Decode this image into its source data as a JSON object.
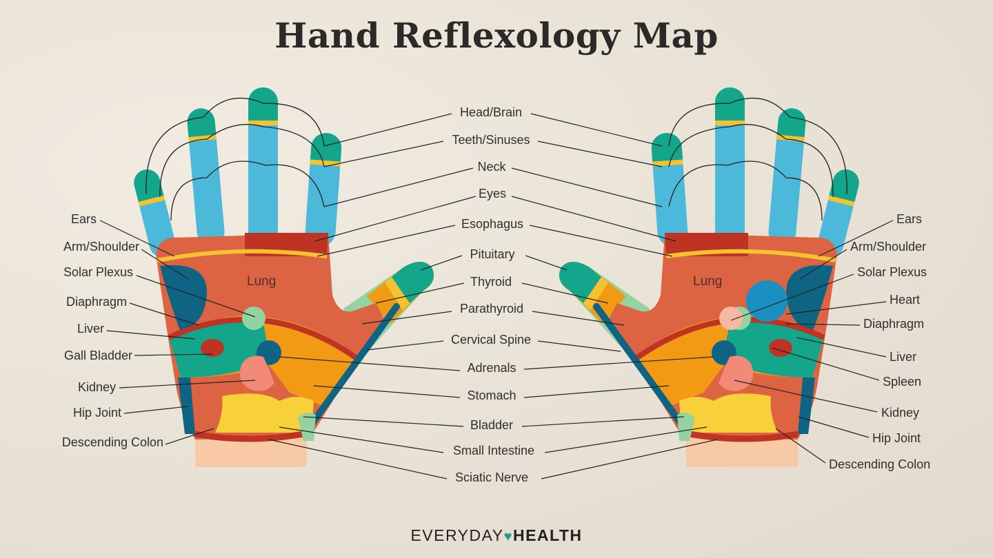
{
  "title": "Hand Reflexology Map",
  "center_labels": {
    "head_brain": "Head/Brain",
    "teeth_sinuses": "Teeth/Sinuses",
    "neck": "Neck",
    "eyes": "Eyes",
    "esophagus": "Esophagus",
    "pituitary": "Pituitary",
    "thyroid": "Thyroid",
    "parathyroid": "Parathyroid",
    "cervical_spine": "Cervical Spine",
    "adrenals": "Adrenals",
    "stomach": "Stomach",
    "bladder": "Bladder",
    "small_intestine": "Small Intestine",
    "sciatic_nerve": "Sciatic Nerve"
  },
  "left_labels": {
    "ears": "Ears",
    "arm_shoulder": "Arm/Shoulder",
    "solar_plexus": "Solar Plexus",
    "diaphragm": "Diaphragm",
    "liver": "Liver",
    "gall_bladder": "Gall Bladder",
    "kidney": "Kidney",
    "hip_joint": "Hip Joint",
    "descending_colon": "Descending Colon"
  },
  "right_labels": {
    "ears": "Ears",
    "arm_shoulder": "Arm/Shoulder",
    "solar_plexus": "Solar Plexus",
    "heart": "Heart",
    "diaphragm": "Diaphragm",
    "liver": "Liver",
    "spleen": "Spleen",
    "kidney": "Kidney",
    "hip_joint": "Hip Joint",
    "descending_colon": "Descending Colon"
  },
  "lung_label": "Lung",
  "logo": {
    "part1": "EVERYDAY",
    "heart": "♥",
    "part2": "HEALTH"
  },
  "colors": {
    "fingertip": "#13a68a",
    "band_yellow": "#f5c330",
    "finger_blue": "#4db9da",
    "palm": "#dc6443",
    "dark_red": "#bf3324",
    "dark_blue": "#0e6482",
    "orange": "#f29a14",
    "mint": "#93d3a2",
    "salmon": "#f28a78",
    "wrist": "#f7c9a5",
    "heart_blue": "#1b90c0"
  }
}
